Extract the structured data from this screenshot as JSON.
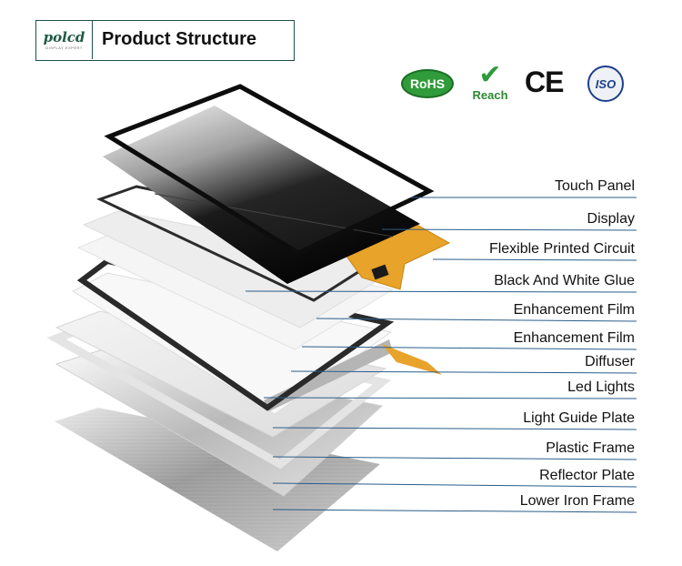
{
  "header": {
    "logo_text": "polcd",
    "logo_sub": "DISPLAY EXPERT",
    "title": "Product Structure"
  },
  "certifications": {
    "rohs": "RoHS",
    "reach": "Reach",
    "ce": "CE",
    "iso": "ISO"
  },
  "layers": [
    {
      "label": "Touch Panel"
    },
    {
      "label": "Display"
    },
    {
      "label": "Flexible Printed Circuit"
    },
    {
      "label": "Black And White Glue"
    },
    {
      "label": "Enhancement Film"
    },
    {
      "label": "Enhancement Film"
    },
    {
      "label": "Diffuser"
    },
    {
      "label": "Led Lights"
    },
    {
      "label": "Light Guide Plate"
    },
    {
      "label": "Plastic Frame"
    },
    {
      "label": "Reflector Plate"
    },
    {
      "label": "Lower Iron Frame"
    }
  ],
  "colors": {
    "leader_line": "#2a5d8a",
    "fpc_orange": "#e8a32a",
    "border_green": "#1f4f4a"
  }
}
